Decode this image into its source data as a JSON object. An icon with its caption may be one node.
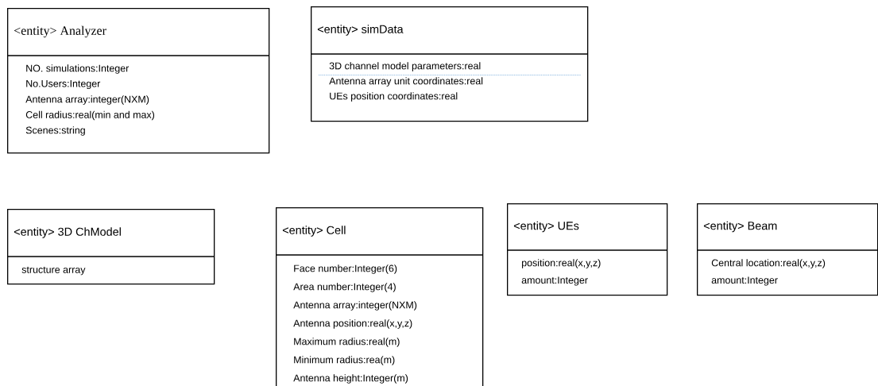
{
  "diagram": {
    "nodes": [
      {
        "text": [
          "<entity> Analyzer",
          "NO. simulations:Integer",
          "No.Users:Integer",
          "Antenna array:integer(NXM)",
          "Cell radius:real(min and max)",
          "Scenes:string"
        ]
      },
      {
        "text": [
          "<entity> simData",
          "3D channel model parameters:real",
          "Antenna array unit coordinates:real",
          "UEs position coordinates:real"
        ]
      },
      {
        "text": [
          "<entity> 3D ChModel",
          "structure array"
        ]
      },
      {
        "text": [
          "<entity> Cell",
          "Face number:Integer(6)",
          "Area number:Integer(4)",
          "Antenna array:integer(NXM)",
          "Antenna position:real(x,y,z)",
          "Maximum radius:real(m)",
          "Minimum radius:rea(m)",
          "Antenna height:Integer(m)"
        ]
      },
      {
        "text": [
          "<entity> UEs",
          "position:real(x,y,z)",
          "amount:Integer"
        ]
      },
      {
        "text": [
          "<entity> Beam",
          "Central location:real(x,y,z)",
          "amount:Integer"
        ]
      }
    ]
  }
}
